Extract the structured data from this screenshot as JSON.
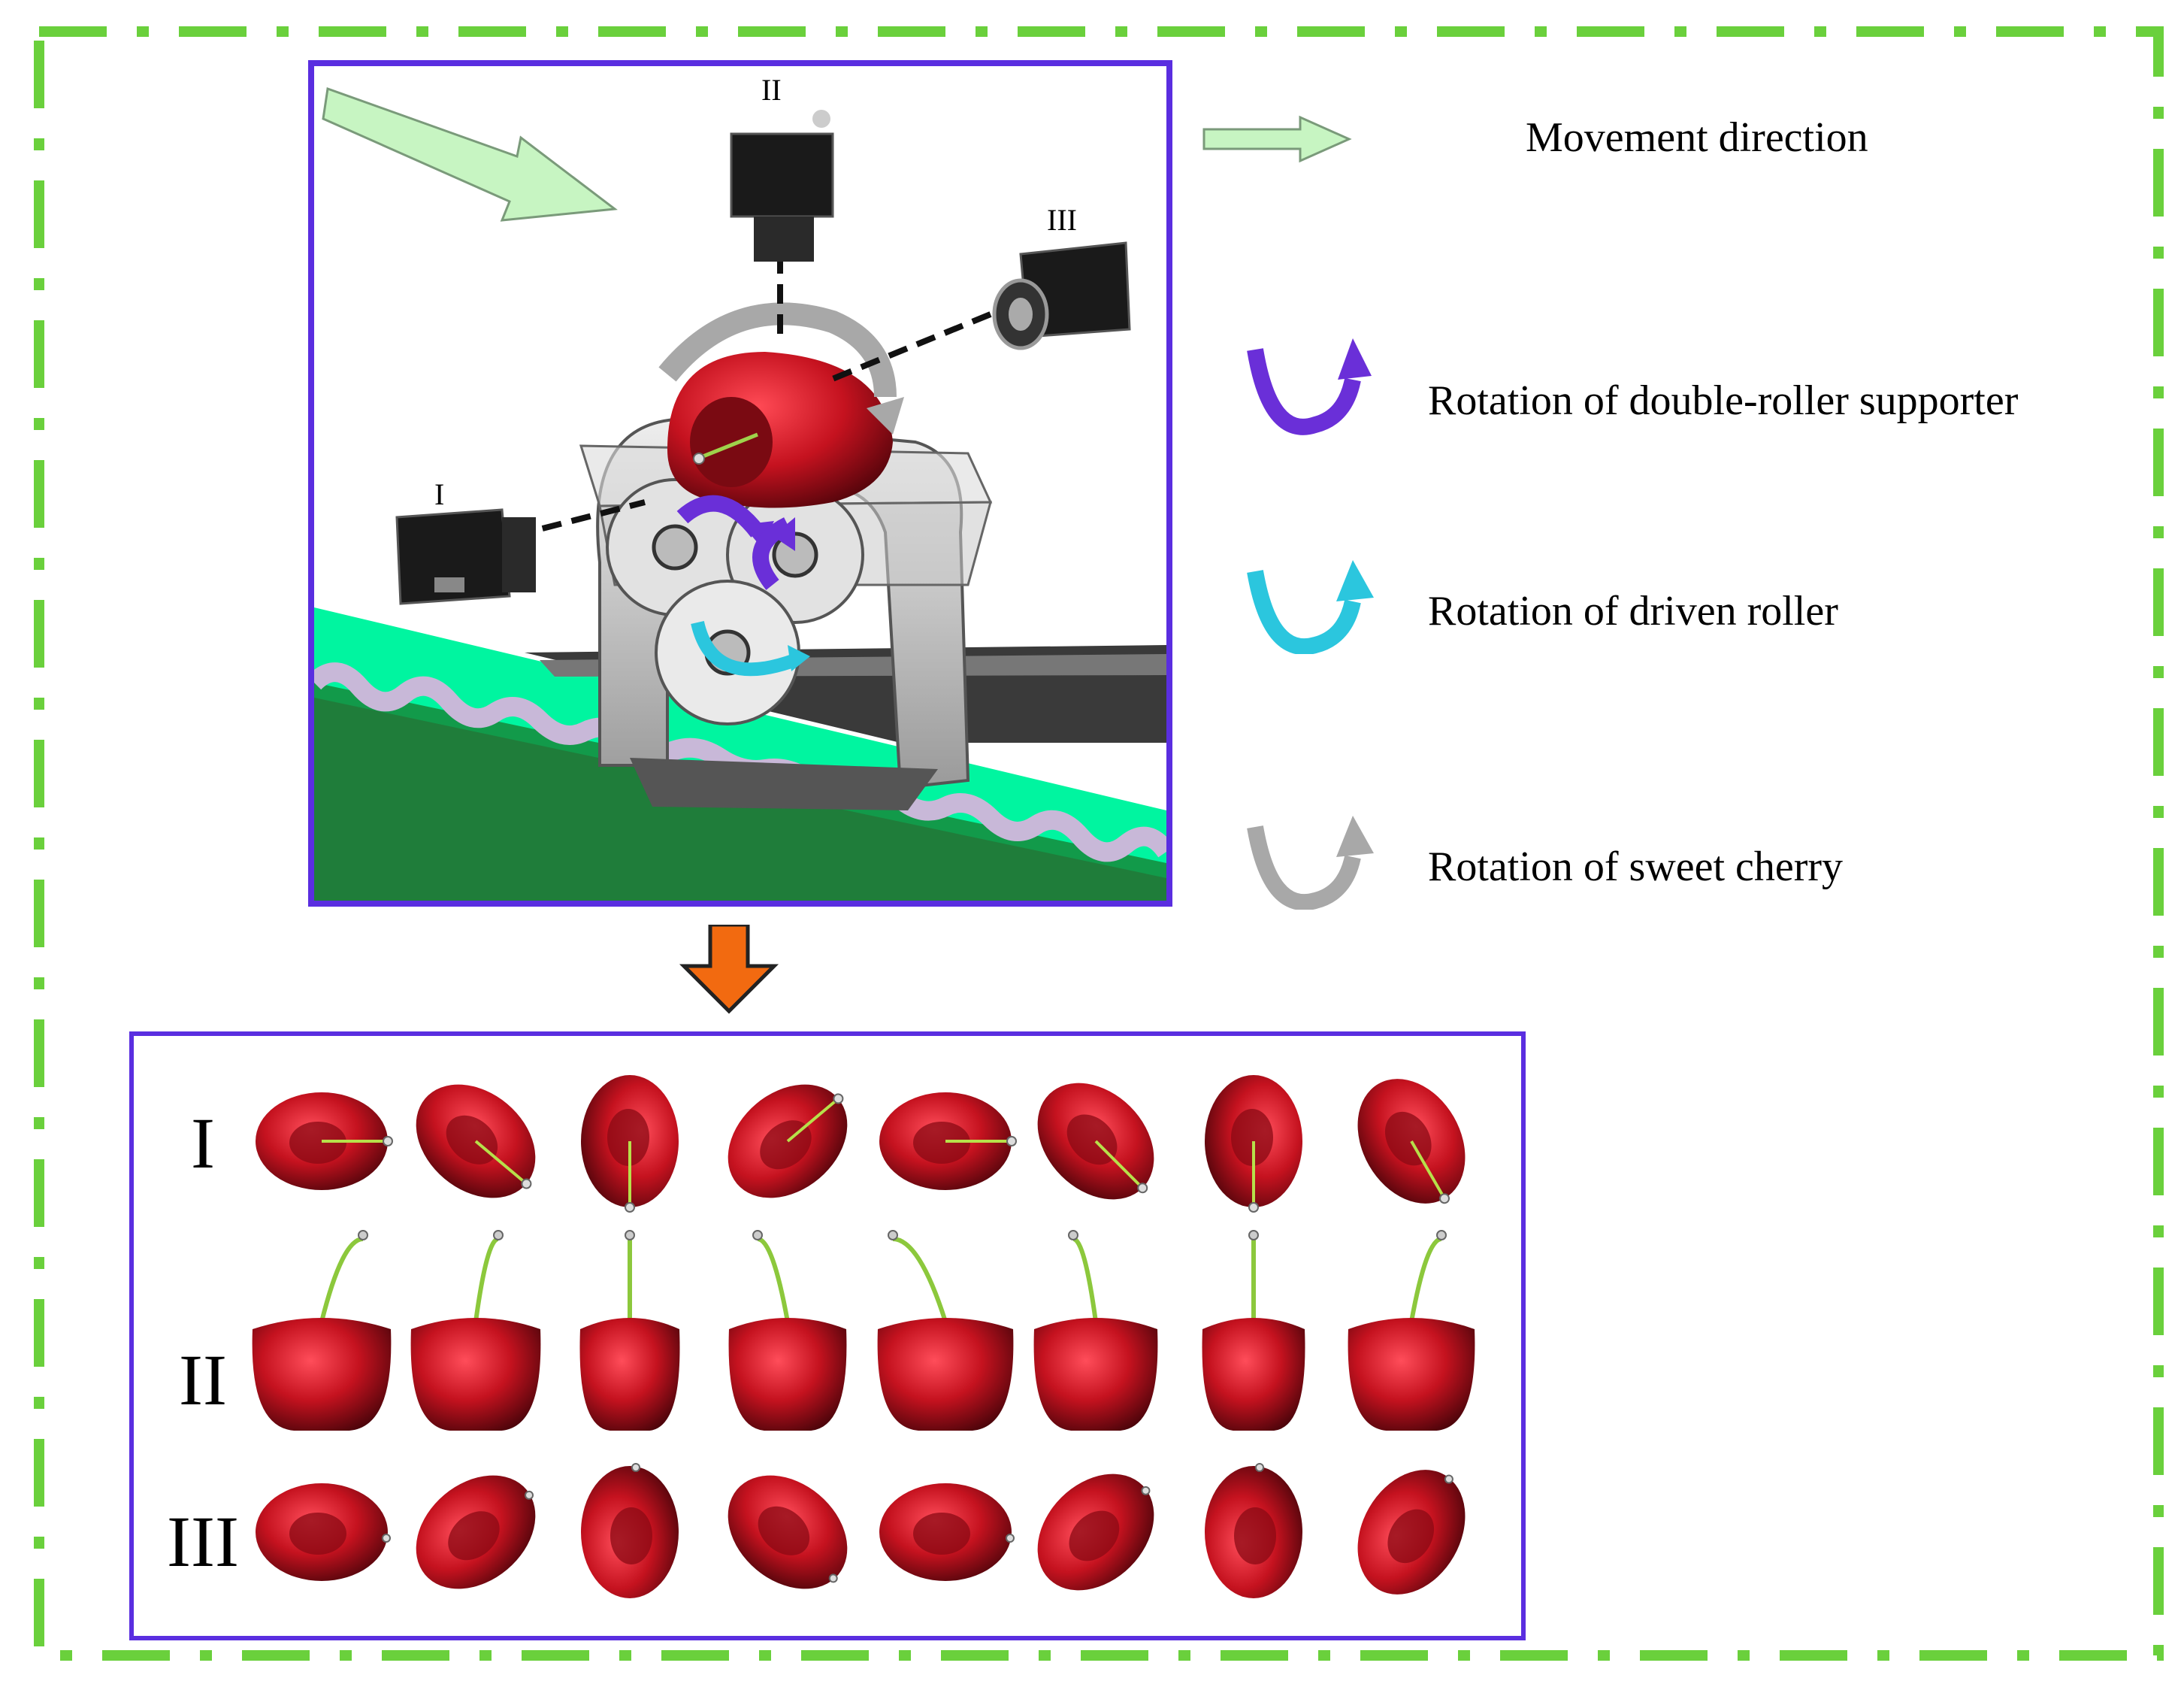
{
  "legend": {
    "movement": {
      "label": "Movement direction",
      "color": "#c7f5c2"
    },
    "double_roller": {
      "label": "Rotation of double-roller supporter",
      "color": "#6a2fd8"
    },
    "driven_roller": {
      "label": "Rotation of driven roller",
      "color": "#2bc6de"
    },
    "sweet_cherry": {
      "label": "Rotation of sweet cherry",
      "color": "#a8a8a8"
    }
  },
  "cameras": {
    "cam1": "I",
    "cam2": "II",
    "cam3": "III"
  },
  "rows": [
    {
      "label": "I",
      "view": "top"
    },
    {
      "label": "II",
      "view": "side"
    },
    {
      "label": "III",
      "view": "bottom"
    }
  ],
  "colors": {
    "frame_dash": "#6ad03c",
    "panel_border": "#5a2ee0",
    "conveyor": "#00f5a0",
    "arrow_down": "#f26a10",
    "cherry": "#c5121f"
  }
}
